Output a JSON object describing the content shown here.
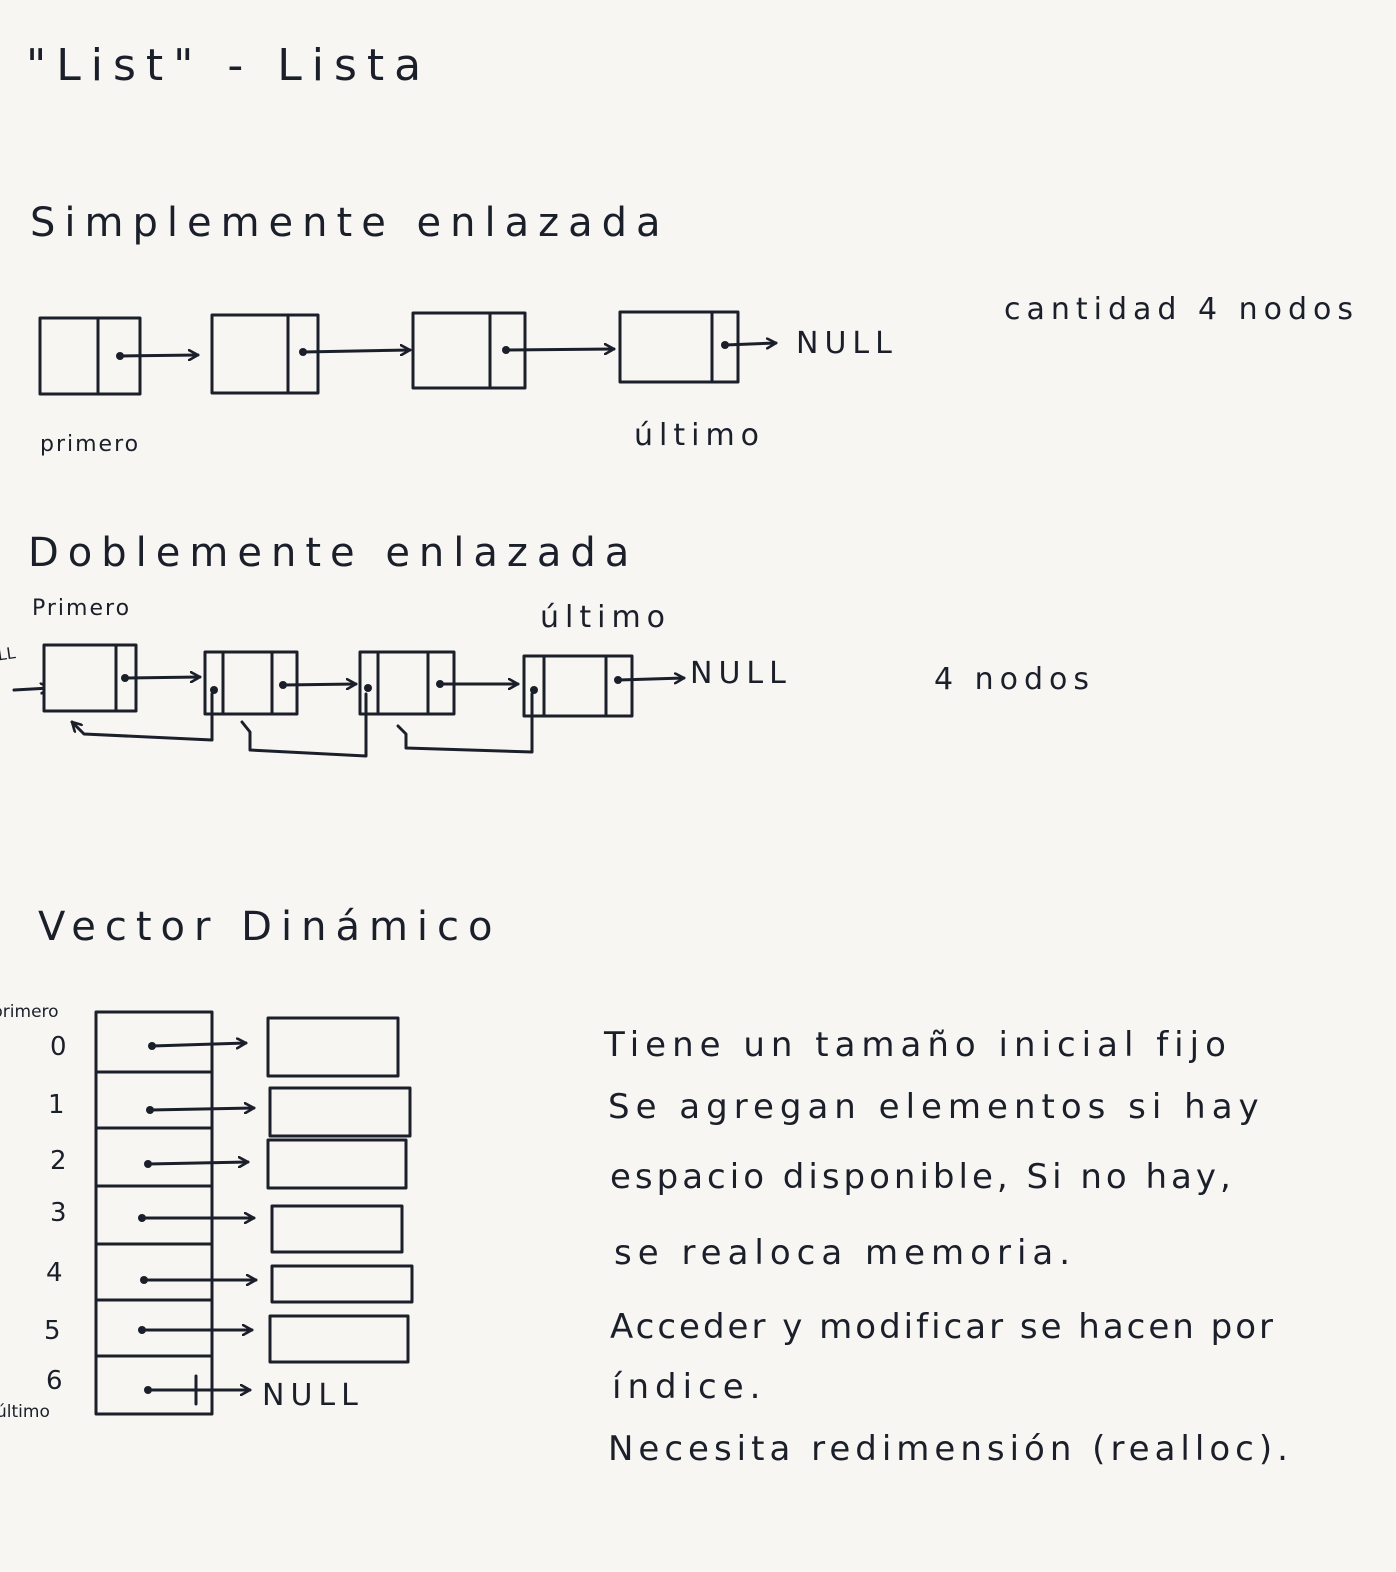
{
  "title": "\"List\" - Lista",
  "singly": {
    "heading": "Simplemente enlazada",
    "null_label": "NULL",
    "first_label": "primero",
    "last_label": "último",
    "count_label": "cantidad 4 nodos"
  },
  "doubly": {
    "heading": "Doblemente enlazada",
    "first_label": "Primero",
    "last_label": "último",
    "null_left_label": "NULL",
    "null_right_label": "NULL",
    "count_label": "4 nodos"
  },
  "vector": {
    "heading": "Vector Dinámico",
    "first_label": "primero",
    "last_label": "último",
    "indices": [
      "0",
      "1",
      "2",
      "3",
      "4",
      "5",
      "6"
    ],
    "null_label": "NULL",
    "notes": [
      "Tiene un tamaño inicial fijo",
      "Se agregan elementos si hay",
      "espacio disponible, Si no hay,",
      "se realoca memoria.",
      "Acceder y modificar se hacen por",
      "índice.",
      "Necesita redimensión (realloc)."
    ]
  }
}
